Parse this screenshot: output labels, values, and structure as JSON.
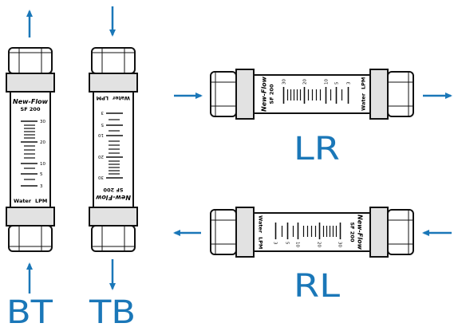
{
  "colors": {
    "arrow": "#1a77b8",
    "label": "#1a77b8",
    "outline": "#111111",
    "fitting_fill": "#ffffff",
    "fitting_shade": "#e2e2e2"
  },
  "meter": {
    "brand": "New-Flow",
    "model": "SF 200",
    "fluid": "Water",
    "unit": "LPM",
    "scale_labels": [
      "3",
      "5",
      "10",
      "20",
      "30"
    ]
  },
  "orientations": [
    {
      "code": "BT",
      "flow": "bottom-to-top"
    },
    {
      "code": "TB",
      "flow": "top-to-bottom"
    },
    {
      "code": "LR",
      "flow": "left-to-right"
    },
    {
      "code": "RL",
      "flow": "right-to-left"
    }
  ]
}
